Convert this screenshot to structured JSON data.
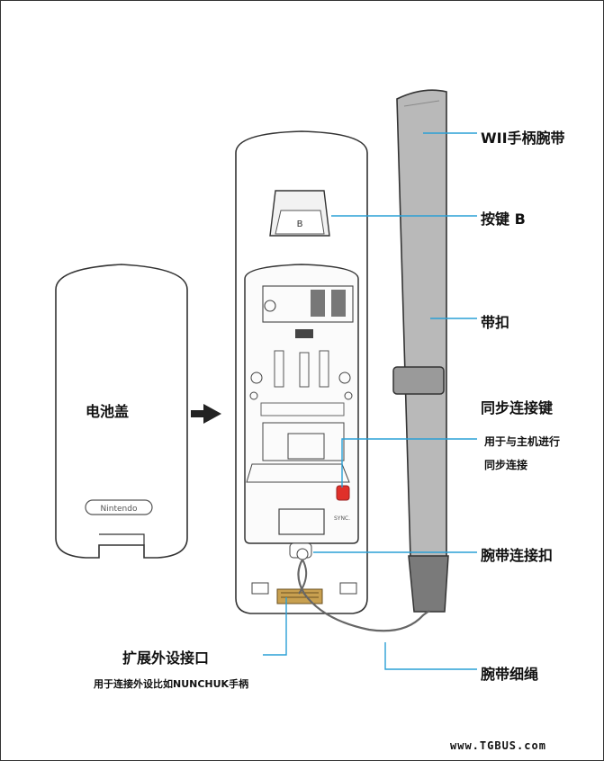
{
  "labels": {
    "battery_cover": "电池盖",
    "wii_strap": "WII手柄腕带",
    "button_b": "按键 B",
    "strap_lock": "带扣",
    "sync_button": "同步连接键",
    "sync_desc_line1": "用于与主机进行",
    "sync_desc_line2": "同步连接",
    "strap_connector": "腕带连接扣",
    "expansion_port": "扩展外设接口",
    "expansion_desc": "用于连接外设比如NUNCHUK手柄",
    "strap_cord": "腕带细绳"
  },
  "device_text": {
    "nintendo_logo": "Nintendo",
    "b_button": "B",
    "sync_small": "SYNC."
  },
  "watermark": "www.TGBUS.com",
  "colors": {
    "callout_line": "#2aa0d6",
    "outline": "#333333",
    "strap_fill": "#b9b9b9",
    "sync_button": "#e0302a",
    "port": "#c8a050"
  }
}
